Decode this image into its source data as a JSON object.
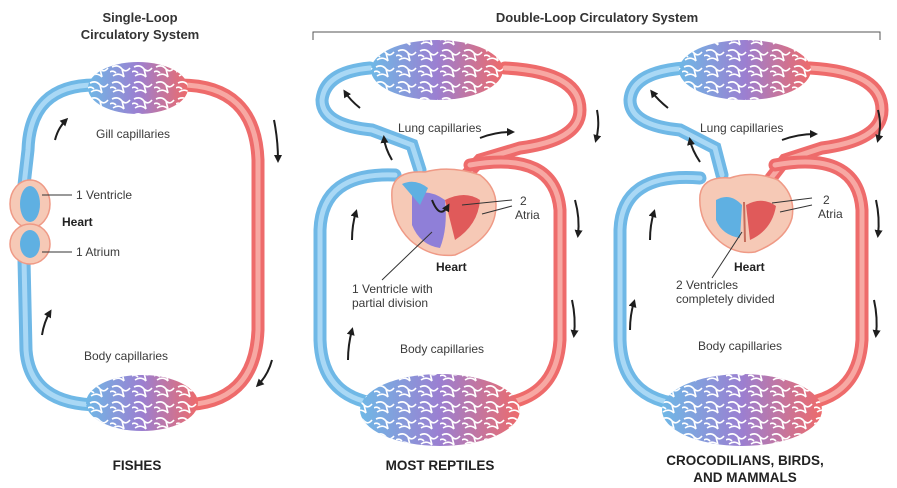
{
  "panels": {
    "single": {
      "title_line1": "Single-Loop",
      "title_line2": "Circulatory System",
      "gill_label": "Gill capillaries",
      "ventricle_label": "1 Ventricle",
      "heart_label": "Heart",
      "atrium_label": "1 Atrium",
      "body_label": "Body capillaries",
      "caption": "FISHES"
    },
    "double_title": "Double-Loop Circulatory System",
    "reptiles": {
      "lung_label": "Lung capillaries",
      "atria_label_1": "2",
      "atria_label_2": "Atria",
      "heart_label": "Heart",
      "ventricle_label_1": "1 Ventricle with",
      "ventricle_label_2": "partial division",
      "body_label": "Body capillaries",
      "caption": "MOST REPTILES"
    },
    "mammals": {
      "lung_label": "Lung capillaries",
      "atria_label_1": "2",
      "atria_label_2": "Atria",
      "heart_label": "Heart",
      "ventricle_label_1": "2 Ventricles",
      "ventricle_label_2": "completely divided",
      "body_label": "Body capillaries",
      "caption_line1": "CROCODILIANS, BIRDS,",
      "caption_line2": "AND MAMMALS"
    }
  },
  "colors": {
    "deoxygenated": "#6fb8e6",
    "oxygenated": "#ee6b6b",
    "capillary_mix": "#9b7fd1",
    "heart_tissue": "#f6c9b6"
  }
}
